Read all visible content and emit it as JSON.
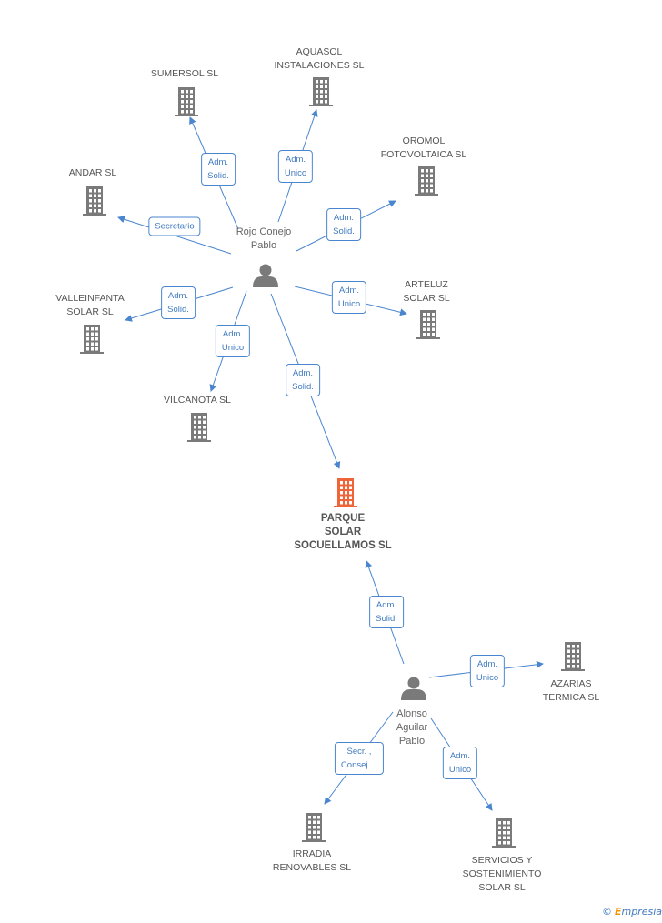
{
  "companies": [
    {
      "id": "sumersol",
      "label": "SUMERSOL SL"
    },
    {
      "id": "aquasol",
      "label": "AQUASOL\nINSTALACIONES SL"
    },
    {
      "id": "oromol",
      "label": "OROMOL\nFOTOVOLTAICA SL"
    },
    {
      "id": "andar",
      "label": "ANDAR SL"
    },
    {
      "id": "valleinfanta",
      "label": "VALLEINFANTA\nSOLAR SL"
    },
    {
      "id": "arteluz",
      "label": "ARTELUZ\nSOLAR SL"
    },
    {
      "id": "vilcanota",
      "label": "VILCANOTA SL"
    },
    {
      "id": "parque",
      "label": "PARQUE\nSOLAR\nSOCUELLAMOS SL",
      "focus": true
    },
    {
      "id": "azarias",
      "label": "AZARIAS\nTERMICA SL"
    },
    {
      "id": "irradia",
      "label": "IRRADIA\nRENOVABLES SL"
    },
    {
      "id": "servicios",
      "label": "SERVICIOS Y\nSOSTENIMIENTO\nSOLAR SL"
    }
  ],
  "people": [
    {
      "id": "rojo",
      "label": "Rojo Conejo\nPablo"
    },
    {
      "id": "alonso",
      "label": "Alonso\nAguilar\nPablo"
    }
  ],
  "edges": [
    {
      "from": "rojo",
      "to": "sumersol",
      "label": "Adm.\nSolid."
    },
    {
      "from": "rojo",
      "to": "aquasol",
      "label": "Adm.\nUnico"
    },
    {
      "from": "rojo",
      "to": "oromol",
      "label": "Adm.\nSolid."
    },
    {
      "from": "rojo",
      "to": "andar",
      "label": "Secretario"
    },
    {
      "from": "rojo",
      "to": "valleinfanta",
      "label": "Adm.\nSolid."
    },
    {
      "from": "rojo",
      "to": "arteluz",
      "label": "Adm.\nUnico"
    },
    {
      "from": "rojo",
      "to": "vilcanota",
      "label": "Adm.\nUnico"
    },
    {
      "from": "rojo",
      "to": "parque",
      "label": "Adm.\nSolid."
    },
    {
      "from": "alonso",
      "to": "parque",
      "label": "Adm.\nSolid."
    },
    {
      "from": "alonso",
      "to": "azarias",
      "label": "Adm.\nUnico"
    },
    {
      "from": "alonso",
      "to": "irradia",
      "label": "Secr. ,\nConsej...."
    },
    {
      "from": "alonso",
      "to": "servicios",
      "label": "Adm.\nUnico"
    }
  ],
  "colors": {
    "edge": "#4a86cf",
    "company_icon": "#7a7a7a",
    "focus_icon": "#f0643a",
    "person_icon": "#7a7a7a"
  },
  "footer": {
    "copyright": "©",
    "brand_initial": "E",
    "brand_rest": "mpresia"
  }
}
